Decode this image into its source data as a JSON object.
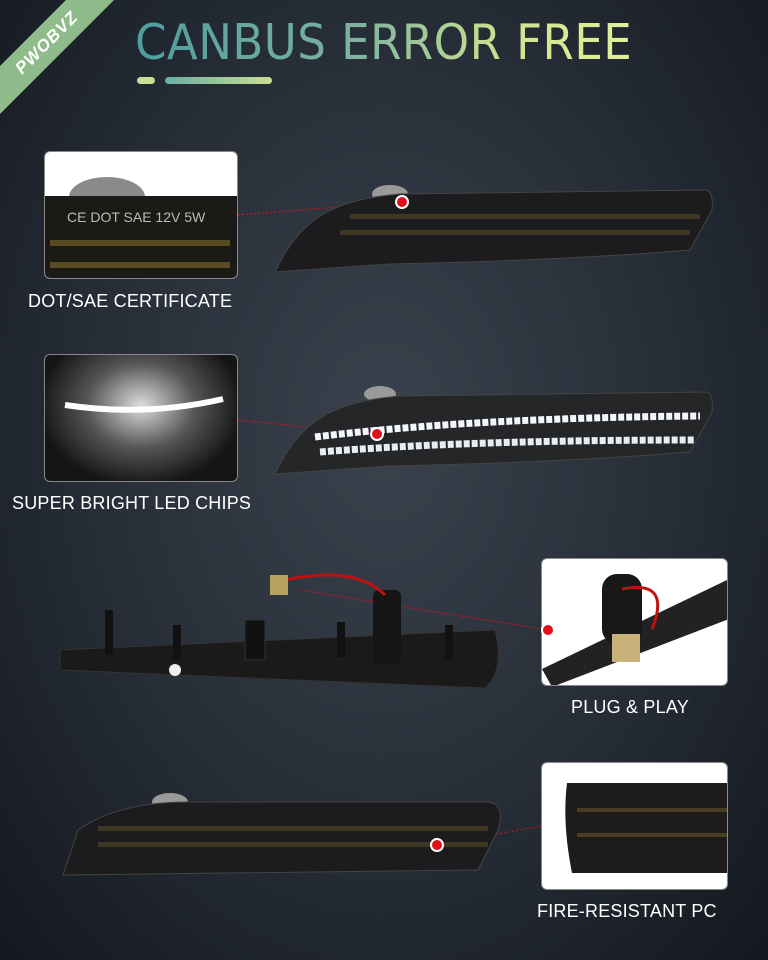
{
  "brand": "PWOBVZ",
  "title": "CANBUS ERROR FREE",
  "colors": {
    "accent_start": "#4e9ea0",
    "accent_end": "#e3ef9a",
    "marker": "#e0101a"
  },
  "embossed_text": "CE DOT SAE 12V 5W",
  "features": [
    {
      "label": "DOT/SAE CERTIFICATE"
    },
    {
      "label": "SUPER BRIGHT LED CHIPS"
    },
    {
      "label": "PLUG & PLAY"
    },
    {
      "label": "FIRE-RESISTANT PC"
    }
  ]
}
